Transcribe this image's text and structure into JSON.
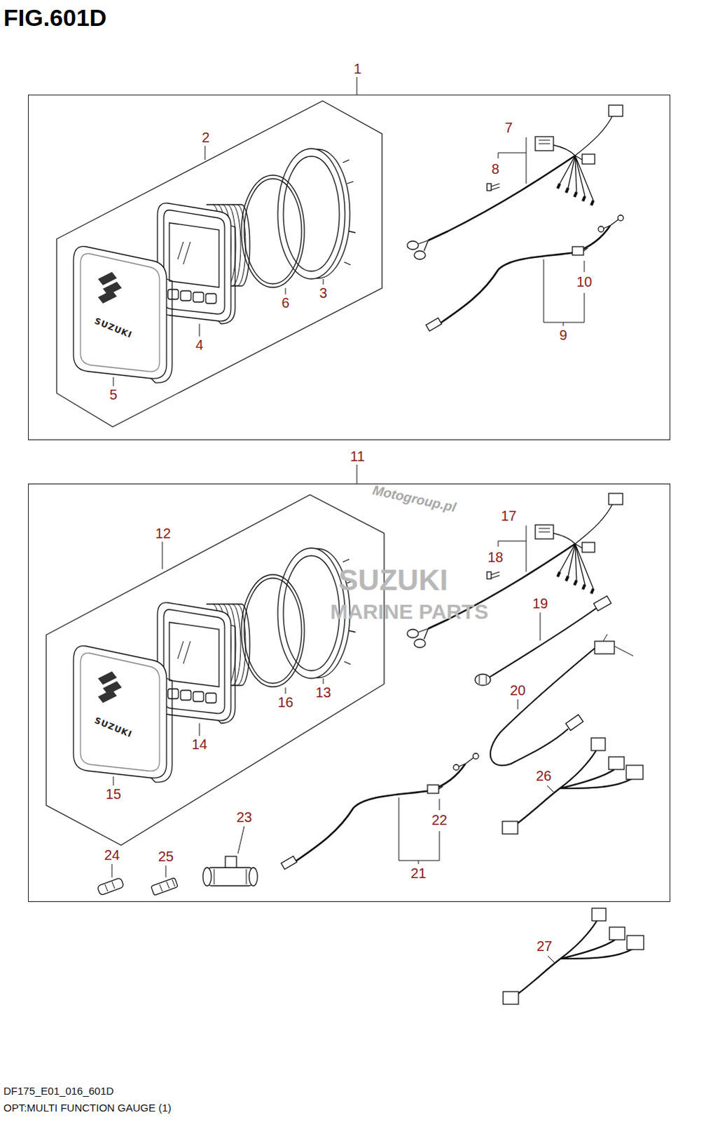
{
  "diagram": {
    "title": "FIG.601D",
    "caption": "OPT:MULTI FUNCTION GAUGE (1)",
    "nodes": [
      {
        "text": [
          "1"
        ]
      },
      {
        "text": [
          "2"
        ],
        "in": 0
      },
      {
        "text": [
          "11"
        ]
      },
      {
        "text": [
          "12"
        ],
        "in": 2
      }
    ],
    "labels": [
      "3",
      "4",
      "5",
      "6",
      "SUZUKI",
      "7",
      "8",
      "9",
      "10",
      "Motogroup.pl",
      "SUZUKI",
      "MARINE PARTS",
      "13",
      "14",
      "15",
      "SUZUKI",
      "16",
      "17",
      "18",
      "19",
      "20",
      "21",
      "22",
      "23",
      "24",
      "25",
      "26",
      "27",
      "DF175_E01_016_601D"
    ]
  }
}
